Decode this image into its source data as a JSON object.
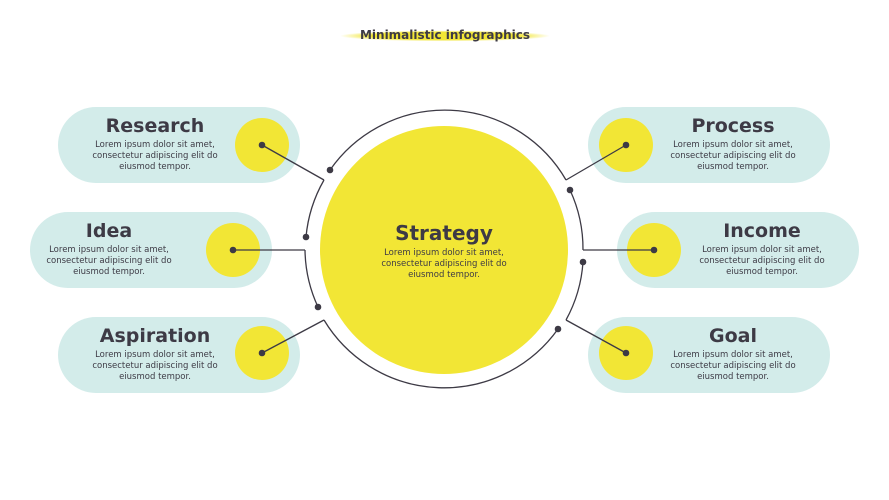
{
  "title": "Minimalistic infographics",
  "center": {
    "title": "Strategy",
    "body": "Lorem ipsum dolor sit amet, consectetur adipiscing elit do eiusmod tempor."
  },
  "items": [
    {
      "title": "Research",
      "body": "Lorem ipsum dolor sit amet, consectetur adipiscing elit do eiusmod tempor."
    },
    {
      "title": "Idea",
      "body": "Lorem ipsum dolor sit amet, consectetur adipiscing elit do eiusmod tempor."
    },
    {
      "title": "Aspiration",
      "body": "Lorem ipsum dolor sit amet, consectetur adipiscing elit do eiusmod tempor."
    },
    {
      "title": "Process",
      "body": "Lorem ipsum dolor sit amet, consectetur adipiscing elit do eiusmod tempor."
    },
    {
      "title": "Income",
      "body": "Lorem ipsum dolor sit amet, consectetur adipiscing elit do eiusmod tempor."
    },
    {
      "title": "Goal",
      "body": "Lorem ipsum dolor sit amet, consectetur adipiscing elit do eiusmod tempor."
    }
  ],
  "colors": {
    "yellow": "#f2e635",
    "pill": "#d3ecea",
    "text": "#3d3a45"
  }
}
